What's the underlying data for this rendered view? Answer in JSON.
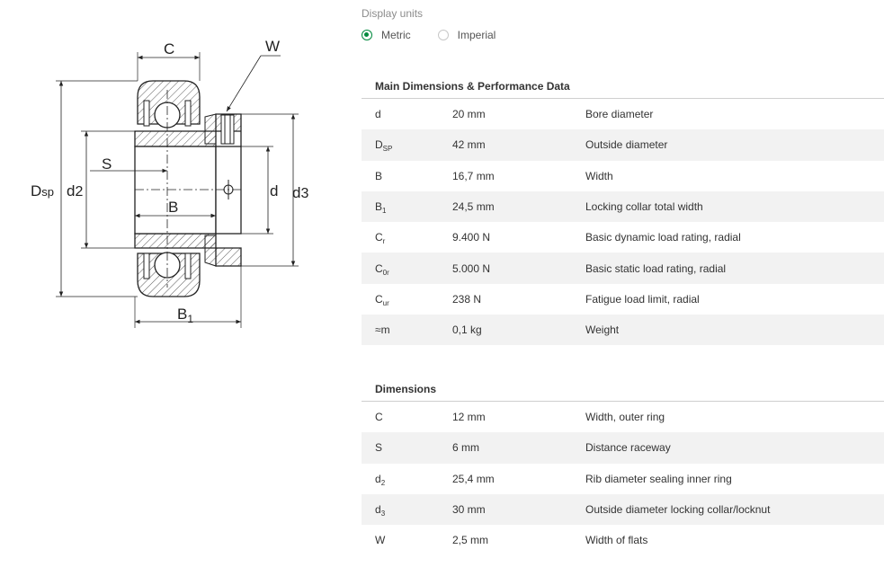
{
  "drawing": {
    "labels": {
      "c": "C",
      "w": "W",
      "s": "S",
      "b": "B",
      "b1_main": "B",
      "b1_sub": "1",
      "dsp_main": "D",
      "dsp_sub": "sp",
      "d2_main": "d",
      "d2_sub": "2",
      "d": "d",
      "d3_main": "d",
      "d3_sub": "3"
    }
  },
  "units": {
    "title": "Display units",
    "options": [
      {
        "label": "Metric",
        "selected": true
      },
      {
        "label": "Imperial",
        "selected": false
      }
    ]
  },
  "main_table": {
    "title": "Main Dimensions & Performance Data",
    "rows": [
      {
        "sym": "d",
        "sub": "",
        "value": "20 mm",
        "desc": "Bore diameter"
      },
      {
        "sym": "D",
        "sub": "SP",
        "value": "42 mm",
        "desc": "Outside diameter"
      },
      {
        "sym": "B",
        "sub": "",
        "value": "16,7 mm",
        "desc": "Width"
      },
      {
        "sym": "B",
        "sub": "1",
        "value": "24,5 mm",
        "desc": "Locking collar total width"
      },
      {
        "sym": "C",
        "sub": "r",
        "value": "9.400 N",
        "desc": "Basic dynamic load rating, radial"
      },
      {
        "sym": "C",
        "sub": "0r",
        "value": "5.000 N",
        "desc": "Basic static load rating, radial"
      },
      {
        "sym": "C",
        "sub": "ur",
        "value": "238 N",
        "desc": "Fatigue load limit, radial"
      },
      {
        "sym": "≈m",
        "sub": "",
        "value": "0,1 kg",
        "desc": "Weight"
      }
    ]
  },
  "dim_table": {
    "title": "Dimensions",
    "rows": [
      {
        "sym": "C",
        "sub": "",
        "value": "12 mm",
        "desc": "Width, outer ring"
      },
      {
        "sym": "S",
        "sub": "",
        "value": "6 mm",
        "desc": "Distance raceway"
      },
      {
        "sym": "d",
        "sub": "2",
        "value": "25,4 mm",
        "desc": "Rib diameter sealing inner ring"
      },
      {
        "sym": "d",
        "sub": "3",
        "value": "30 mm",
        "desc": "Outside diameter locking collar/locknut"
      },
      {
        "sym": "W",
        "sub": "",
        "value": "2,5 mm",
        "desc": "Width of flats"
      }
    ]
  }
}
